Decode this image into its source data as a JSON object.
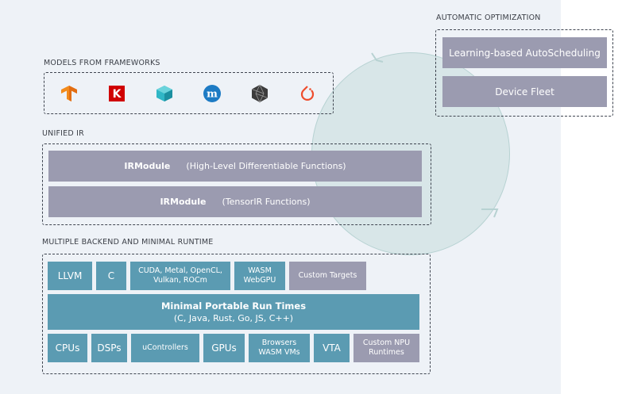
{
  "sections": {
    "automatic_optimization": "AUTOMATIC OPTIMIZATION",
    "models_from_frameworks": "MODELS FROM FRAMEWORKS",
    "unified_ir": "UNIFIED IR",
    "backend": "MULTIPLE BACKEND AND MINIMAL RUNTIME"
  },
  "optimization": {
    "autoscheduling": "Learning-based AutoScheduling",
    "device_fleet": "Device Fleet"
  },
  "frameworks": {
    "icons": [
      "tensorflow-icon",
      "keras-icon",
      "tflite-icon",
      "mxnet-icon",
      "onnx-icon",
      "pytorch-icon"
    ]
  },
  "ir": {
    "row1": {
      "name": "IRModule",
      "desc": "(High-Level Differentiable Functions)"
    },
    "row2": {
      "name": "IRModule",
      "desc": "(TensorIR Functions)"
    }
  },
  "targets": {
    "llvm": "LLVM",
    "c": "C",
    "cuda_line1": "CUDA, Metal, OpenCL,",
    "cuda_line2": "Vulkan, ROCm",
    "wasm_line1": "WASM",
    "wasm_line2": "WebGPU",
    "custom": "Custom Targets"
  },
  "runtime": {
    "title": "Minimal Portable Run Times",
    "languages": "(C, Java, Rust, Go, JS, C++)"
  },
  "devices": {
    "cpus": "CPUs",
    "dsps": "DSPs",
    "ucontrollers": "uControllers",
    "gpus": "GPUs",
    "browsers_line1": "Browsers",
    "browsers_line2": "WASM VMs",
    "vta": "VTA",
    "npu_line1": "Custom NPU",
    "npu_line2": "Runtimes"
  },
  "colors": {
    "gray_box": "#9b9bb0",
    "blue_box": "#5b9bb2",
    "background": "#eef2f7",
    "circle": "#c9dede"
  }
}
